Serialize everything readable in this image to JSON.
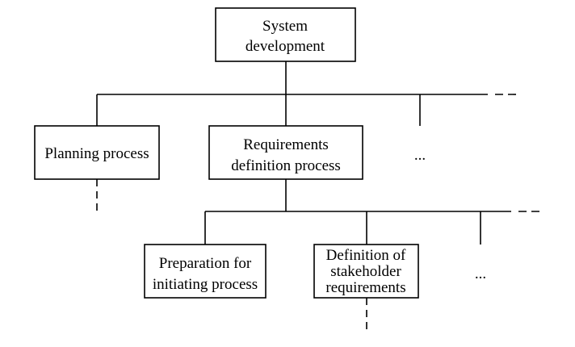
{
  "diagram": {
    "root": {
      "lines": [
        "System",
        "development"
      ]
    },
    "level1": [
      {
        "lines": [
          "Planning process"
        ]
      },
      {
        "lines": [
          "Requirements",
          "definition process"
        ]
      },
      {
        "text": "..."
      }
    ],
    "level2": [
      {
        "lines": [
          "Preparation for",
          "initiating process"
        ]
      },
      {
        "lines": [
          "Definition of",
          "stakeholder",
          "requirements"
        ]
      },
      {
        "text": "..."
      }
    ],
    "colors": {
      "stroke": "#000000",
      "text": "#000000",
      "background": "#ffffff"
    }
  }
}
